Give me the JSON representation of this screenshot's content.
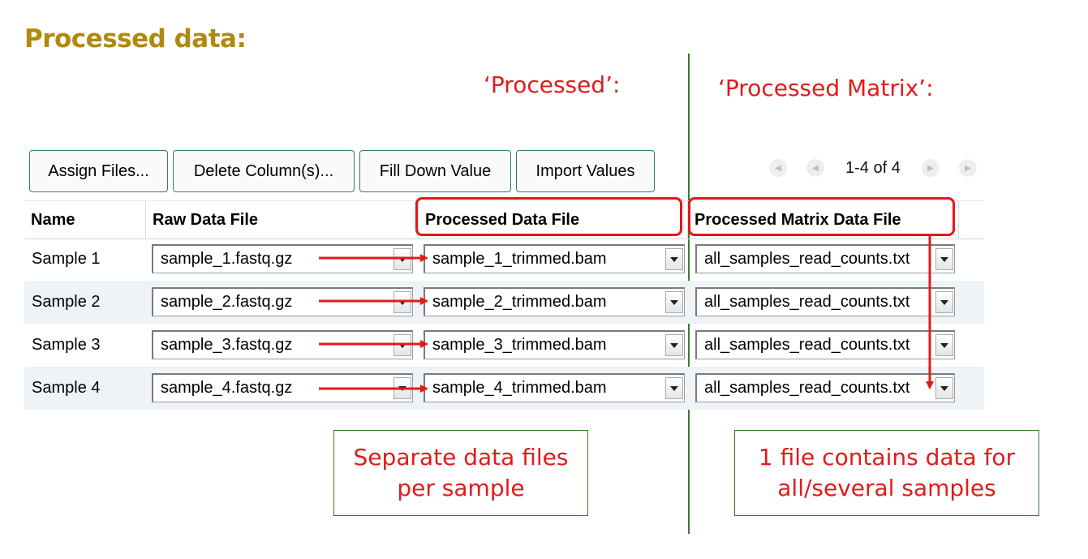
{
  "title": "Processed data:",
  "label_processed": "‘Processed’:",
  "label_processed_matrix": "‘Processed Matrix’:",
  "toolbar": {
    "assign_files": "Assign Files...",
    "delete_columns": "Delete Column(s)...",
    "fill_down": "Fill Down Value",
    "import_values": "Import Values"
  },
  "pager": {
    "range_text": "1-4 of 4"
  },
  "table": {
    "headers": [
      "Name",
      "Raw Data File",
      "Processed Data File",
      "Processed Matrix Data File"
    ],
    "rows": [
      {
        "name": "Sample 1",
        "raw": "sample_1.fastq.gz",
        "processed": "sample_1_trimmed.bam",
        "matrix": "all_samples_read_counts.txt"
      },
      {
        "name": "Sample 2",
        "raw": "sample_2.fastq.gz",
        "processed": "sample_2_trimmed.bam",
        "matrix": "all_samples_read_counts.txt"
      },
      {
        "name": "Sample 3",
        "raw": "sample_3.fastq.gz",
        "processed": "sample_3_trimmed.bam",
        "matrix": "all_samples_read_counts.txt"
      },
      {
        "name": "Sample 4",
        "raw": "sample_4.fastq.gz",
        "processed": "sample_4_trimmed.bam",
        "matrix": "all_samples_read_counts.txt"
      }
    ]
  },
  "notes": {
    "separate_line1": "Separate data files",
    "separate_line2": "per sample",
    "single_line1": "1 file contains data for",
    "single_line2": "all/several samples"
  },
  "colors": {
    "title": "#b08a10",
    "annotation_red": "#e11b1b",
    "divider_green": "#3e7a2e",
    "button_border": "#2f7d6b",
    "alt_row": "#eef3f8"
  }
}
